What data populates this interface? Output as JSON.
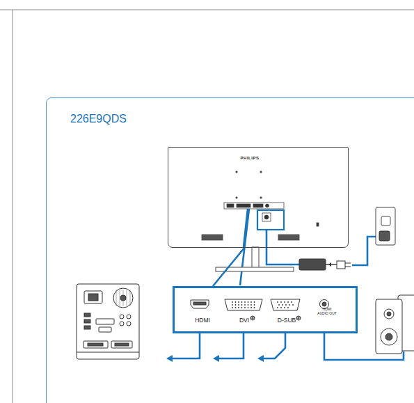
{
  "diagram": {
    "nodes": [
      {
        "text": [
          "226E9QDS"
        ]
      },
      {
        "text": [
          "PHILIPS"
        ],
        "in": 0
      },
      {
        "text": [
          "HDMI",
          "DVI",
          "D-SUB",
          "HDMI AUDIO OUT"
        ],
        "in": 0
      }
    ],
    "edges": [
      {
        "from": 1,
        "to": 2,
        "arrow": "none"
      }
    ]
  }
}
